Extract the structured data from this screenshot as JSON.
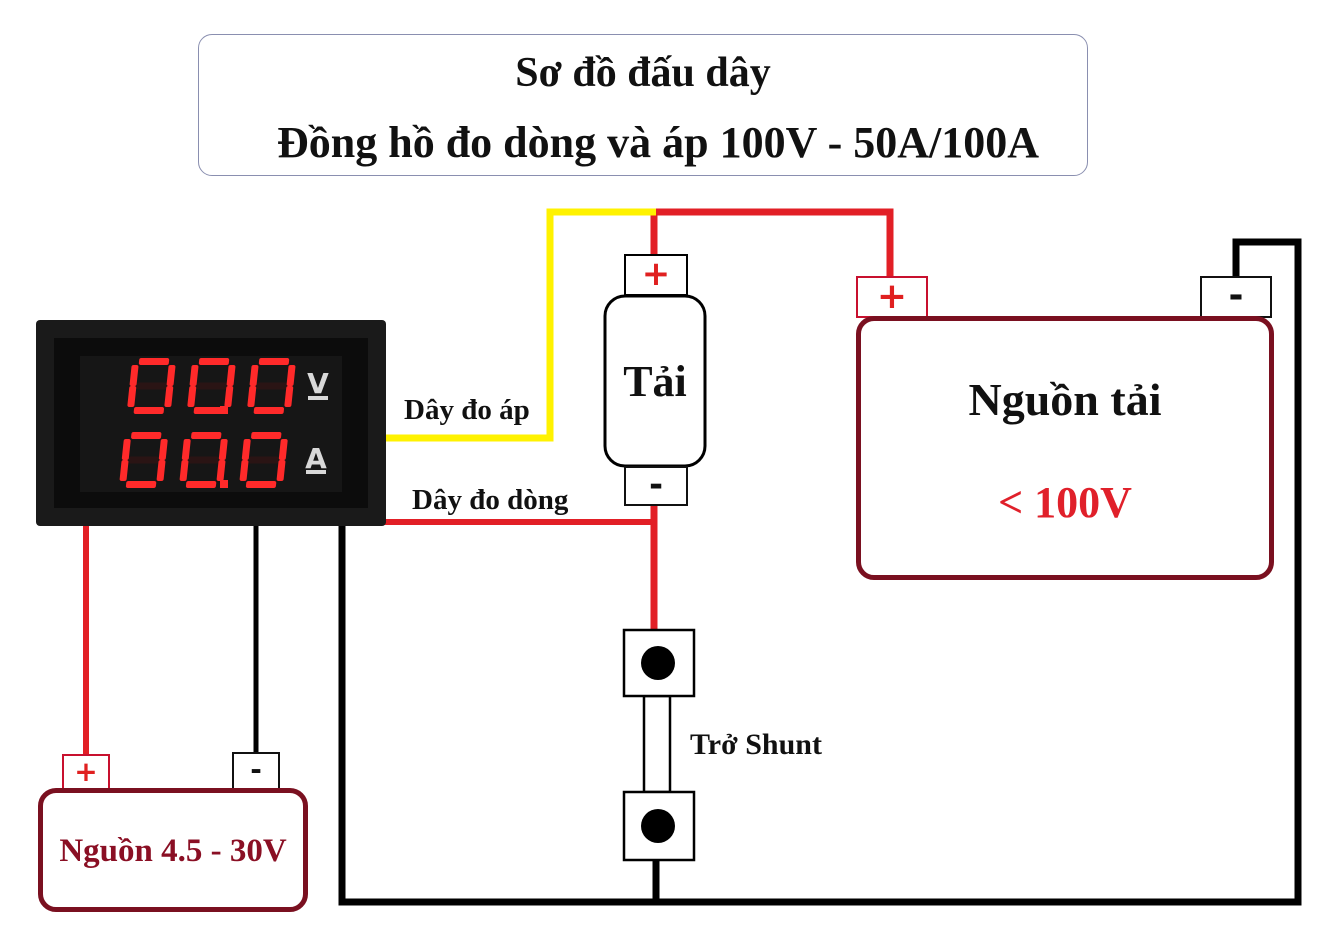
{
  "title": {
    "line1": "Sơ đồ đấu dây",
    "line2": "Đồng hồ đo dòng và áp 100V - 50A/100A"
  },
  "meter": {
    "voltage_reading": "0.00",
    "current_reading": "0.00",
    "voltage_unit": "V",
    "current_unit": "A"
  },
  "wire_labels": {
    "voltage_wire": "Dây đo áp",
    "current_wire": "Dây đo dòng"
  },
  "load": {
    "label": "Tải",
    "plus": "+",
    "minus": "-"
  },
  "load_source": {
    "label": "Nguồn tải",
    "voltage": "< 100V",
    "plus": "+",
    "minus": "-"
  },
  "meter_supply": {
    "label": "Nguồn 4.5 - 30V",
    "plus": "+",
    "minus": "-"
  },
  "shunt": {
    "label": "Trở Shunt"
  },
  "colors": {
    "positive_wire": "#e21f26",
    "negative_wire": "#000000",
    "voltage_sense_wire": "#fff200",
    "segment_on": "#ff2a2a",
    "box_border": "#7a1020"
  }
}
